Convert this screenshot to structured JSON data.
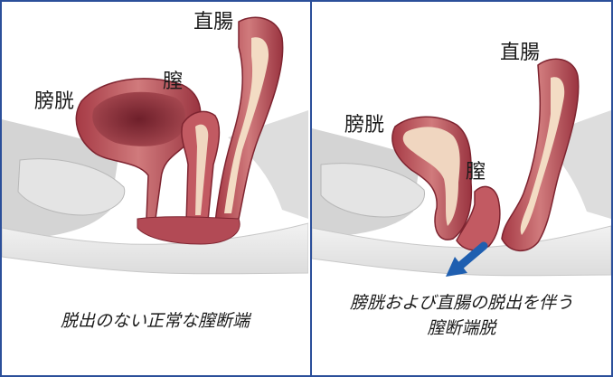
{
  "left_panel": {
    "labels": {
      "rectum": "直腸",
      "bladder": "膀胱",
      "vagina": "膣"
    },
    "caption": "脱出のない正常な膣断端"
  },
  "right_panel": {
    "labels": {
      "rectum": "直腸",
      "bladder": "膀胱",
      "vagina": "膣"
    },
    "caption_line1": "膀胱および直腸の脱出を伴う",
    "caption_line2": "膣断端脱"
  },
  "colors": {
    "border": "#2b4f9a",
    "arrow": "#1f5fb0",
    "tissue": "#b5464f",
    "tissue_dark": "#7e2430",
    "tissue_light": "#e6a3a3",
    "bone": "#d9d9d9"
  }
}
